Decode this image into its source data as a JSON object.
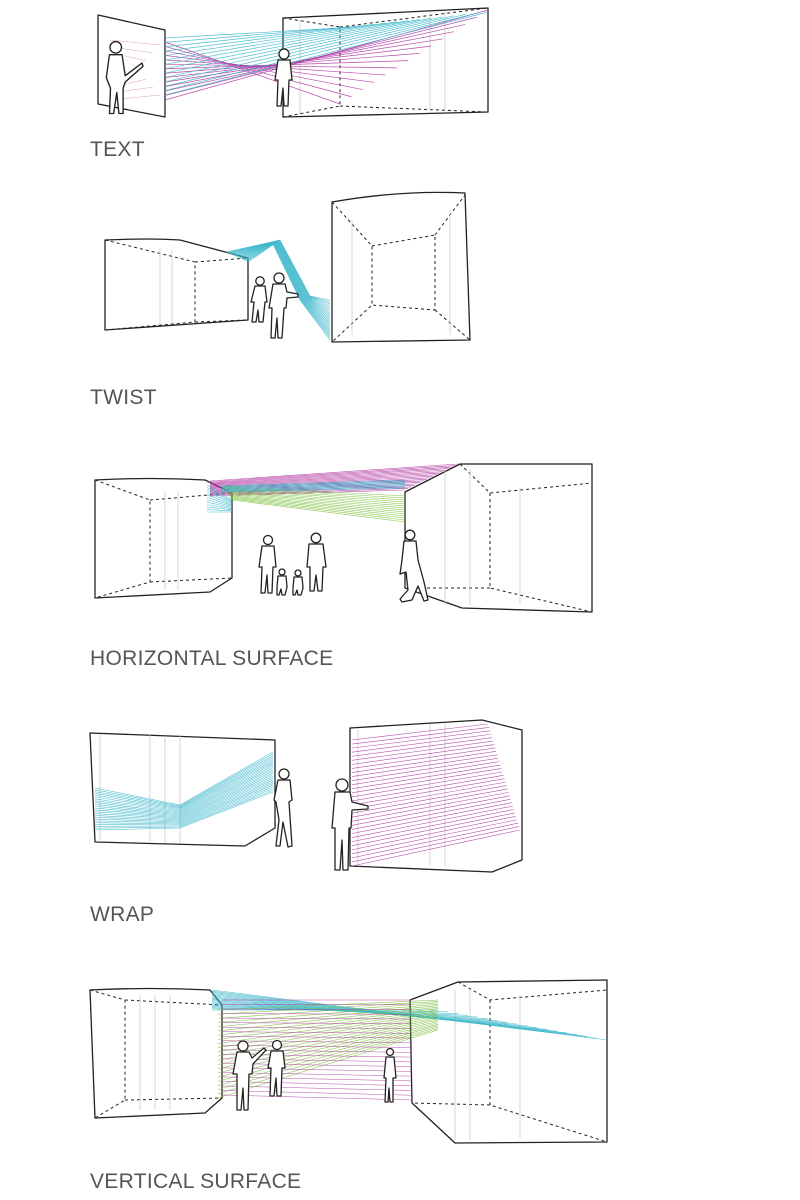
{
  "colors": {
    "cyan": "#3fb8cc",
    "magenta": "#b23aa3",
    "green": "#7cc23f",
    "outline": "#222222",
    "label_text": "#555555"
  },
  "panels": [
    {
      "id": "text",
      "label": "TEXT"
    },
    {
      "id": "twist",
      "label": "TWIST"
    },
    {
      "id": "horizontal-surface",
      "label": "HORIZONTAL SURFACE"
    },
    {
      "id": "wrap",
      "label": "WRAP"
    },
    {
      "id": "vertical-surface",
      "label": "VERTICAL SURFACE"
    }
  ]
}
